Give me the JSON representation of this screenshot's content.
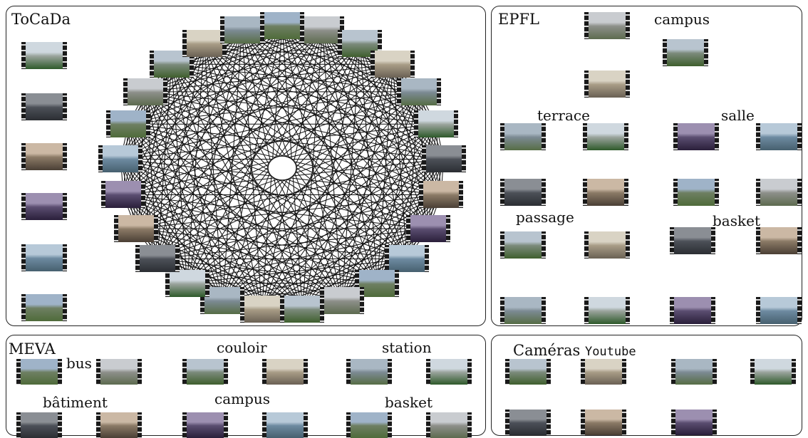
{
  "panels": {
    "tocada": {
      "title": "ToCaDa"
    },
    "epfl": {
      "title": "EPFL",
      "groups": [
        "campus",
        "terrace",
        "salle",
        "passage",
        "basket"
      ]
    },
    "meva": {
      "title": "MEVA",
      "groups": [
        "bus",
        "couloir",
        "station",
        "bâtiment",
        "campus",
        "basket"
      ]
    },
    "youtube": {
      "title_prefix": "Caméras",
      "title_mono": "Youtube"
    }
  },
  "colors": {
    "border": "#222222",
    "edge": "#111111",
    "film": "#1a1a1a"
  },
  "icons": [
    "film-thumbnail-icon"
  ]
}
